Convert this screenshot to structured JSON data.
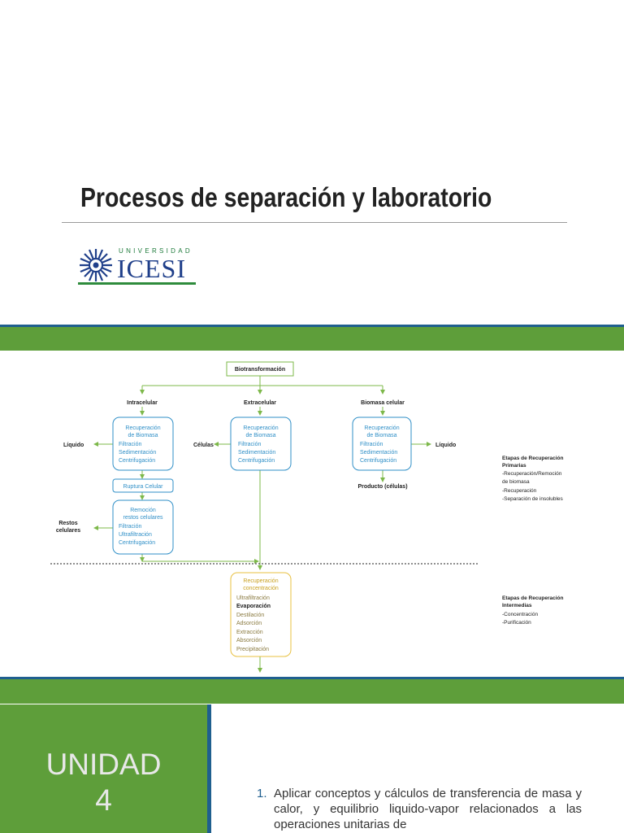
{
  "title": "Procesos de separación y laboratorio",
  "logo": {
    "university": "UNIVERSIDAD",
    "name": "ICESI"
  },
  "colors": {
    "band": "#5e9e3a",
    "band_edge": "#1f5f8f",
    "flow_blue": "#2f8fc7",
    "flow_yellow": "#e8c040",
    "arrow": "#7db84a"
  },
  "diagram": {
    "top": "Biotransformación",
    "branches": {
      "intra": "Intracelular",
      "extra": "Extracelular",
      "biomasa": "Biomasa celular"
    },
    "box_intra": {
      "h1": "Recuperación",
      "h2": "de Biomasa",
      "l1": "Filtración",
      "l2": "Sedimentación",
      "l3": "Centrifugación"
    },
    "box_extra": {
      "h1": "Recuperación",
      "h2": "de Biomasa",
      "l1": "Filtración",
      "l2": "Sedimentación",
      "l3": "Centrifugación"
    },
    "box_bio": {
      "h1": "Recuperación",
      "h2": "de Biomasa",
      "l1": "Filtración",
      "l2": "Sedimentación",
      "l3": "Centrifugación"
    },
    "liquido_left": "Líquido",
    "celulas": "Células",
    "liquido_right": "Líquido",
    "ruptura": "Ruptura Celular",
    "remocion": {
      "h1": "Remoción",
      "h2": "restos celulares",
      "l1": "Filtración",
      "l2": "Ultrafiltración",
      "l3": "Centrifugación"
    },
    "restos1": "Restos",
    "restos2": "celulares",
    "producto": "Producto (células)",
    "concentracion": {
      "h1": "Recuperación",
      "h2": "concentración",
      "items": [
        "Ultrafiltración",
        "Evaporación",
        "Destilación",
        "Adsorción",
        "Extracción",
        "Absorción",
        "Precipitación"
      ]
    },
    "etapas_primarias": [
      "Etapas de Recuperación",
      "Primarias",
      "-Recuperación/Remoción",
      "de biomasa",
      "-Recuperación",
      "-Separación de insolubles"
    ],
    "etapas_intermedias": [
      "Etapas de Recuperación",
      "Intermedias",
      "-Concentración",
      "-Purificación"
    ]
  },
  "unidad": {
    "line1": "UNIDAD",
    "line2": "4"
  },
  "objective": {
    "number": "1.",
    "text": "Aplicar conceptos y cálculos de transferencia de masa y calor, y equilibrio liquido-vapor relacionados a las operaciones unitarias de"
  }
}
